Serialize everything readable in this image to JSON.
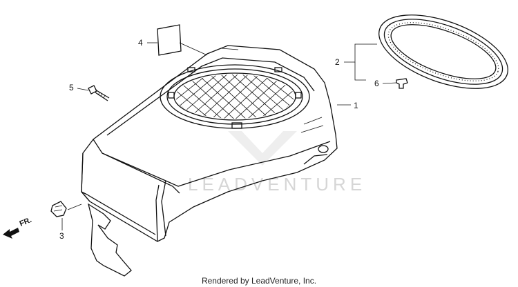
{
  "callouts": {
    "c1": "1",
    "c2": "2",
    "c3": "3",
    "c4": "4",
    "c5": "5",
    "c6": "6"
  },
  "direction_label": "FR.",
  "watermark": "LEADVENTURE",
  "footer": "Rendered by LeadVenture, Inc."
}
